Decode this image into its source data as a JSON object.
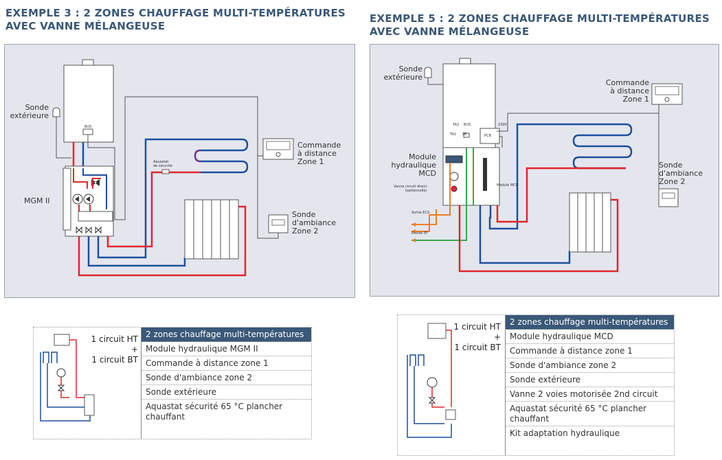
{
  "left": {
    "title_line1": "EXEMPLE 3 : 2 ZONES CHAUFFAGE MULTI-TEMPÉRATURES",
    "title_line2": "AVEC VANNE MÉLANGEUSE",
    "labels": {
      "sonde_ext": "Sonde\nextérieure",
      "mgm": "MGM II",
      "commande": "Commande\nà distance\nZone 1",
      "sonde_amb": "Sonde\nd'ambiance\nZone 2",
      "aquastat": "Aquastat\nde sécurité",
      "bus": "BUS"
    },
    "legend": {
      "circuit_ht": "1 circuit HT",
      "plus": "+",
      "circuit_bt": "1 circuit BT",
      "rows": [
        "2 zones chauffage multi-températures",
        "Module hydraulique MGM II",
        "Commande à distance zone 1",
        "Sonde d'ambiance zone 2",
        "Sonde extérieure",
        "Aquastat sécurité 65 °C plancher chauffant"
      ]
    }
  },
  "right": {
    "title_line1": "EXEMPLE 5 : 2 ZONES CHAUFFAGE MULTI-TEMPÉRATURES",
    "title_line2": "AVEC VANNE MÉLANGEUSE",
    "labels": {
      "sonde_ext": "Sonde\nextérieure",
      "commande": "Commande\nà distance\nZone 1",
      "module": "Module\nhydraulique\nMCD",
      "sonde_amb": "Sonde\nd'ambiance\nZone 2",
      "vanne": "Vanne circuit direct\n(optionnelle)",
      "module_mcd": "Module MCD",
      "sortie": "Sortie ECS",
      "entree": "Entrée EF",
      "v230": "230V",
      "ta2": "TA2",
      "ta1": "TA1",
      "bus": "BUS",
      "se": "SE",
      "pcb": "PCB"
    },
    "legend": {
      "circuit_ht": "1 circuit HT",
      "plus": "+",
      "circuit_bt": "1 circuit BT",
      "rows": [
        "2 zones chauffage multi-températures",
        "Module hydraulique MCD",
        "Commande à distance zone 1",
        "Sonde d'ambiance zone 2",
        "Sonde extérieure",
        "Vanne 2 voies motorisée 2nd circuit",
        "Aquastat sécurité 65 °C plancher chauffant",
        "Kit adaptation hydraulique"
      ]
    }
  },
  "colors": {
    "title": "#3a5878",
    "panel_bg": "#e4e6ee",
    "hot": "#e0262c",
    "cold": "#1d4f9c",
    "green": "#3aa84b",
    "orange": "#ef7d22",
    "header_bg": "#3a5878"
  }
}
